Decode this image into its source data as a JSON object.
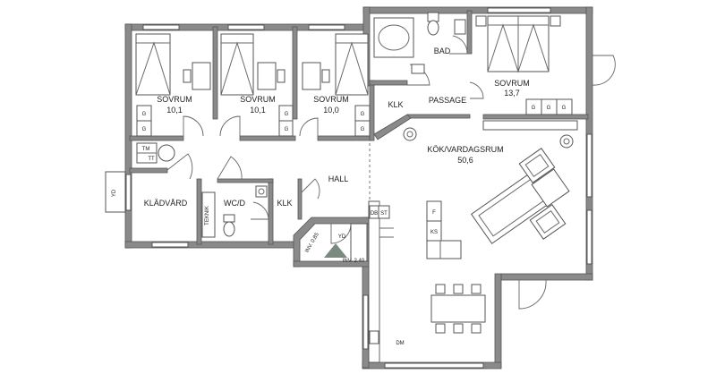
{
  "rooms": [
    {
      "name": "SOVRUM",
      "area": "10,1"
    },
    {
      "name": "SOVRUM",
      "area": "10,1"
    },
    {
      "name": "SOVRUM",
      "area": "10,0"
    },
    {
      "name": "SOVRUM",
      "area": "13,7"
    },
    {
      "name": "KÖK/VARDAGSRUM",
      "area": "50,6"
    },
    {
      "name": "BAD"
    },
    {
      "name": "PASSAGE"
    },
    {
      "name": "KLK"
    },
    {
      "name": "KLK"
    },
    {
      "name": "HALL"
    },
    {
      "name": "KLÄDVÅRD"
    },
    {
      "name": "WC/D"
    }
  ],
  "fixture_labels": {
    "tm": "TM",
    "tt": "TT",
    "yd_left": "YD",
    "teknik": "TEKNIK",
    "yd_entry": "YD",
    "inv_top": "INV. 0.85",
    "inv_bottom": "INV. 2.40",
    "db": "DB",
    "st": "ST",
    "f": "F",
    "ks": "KS",
    "dm": "DM",
    "wardrobe": "G"
  },
  "colors": {
    "walls": "#8a8a8a",
    "lines": "#555555",
    "background": "#ffffff"
  }
}
